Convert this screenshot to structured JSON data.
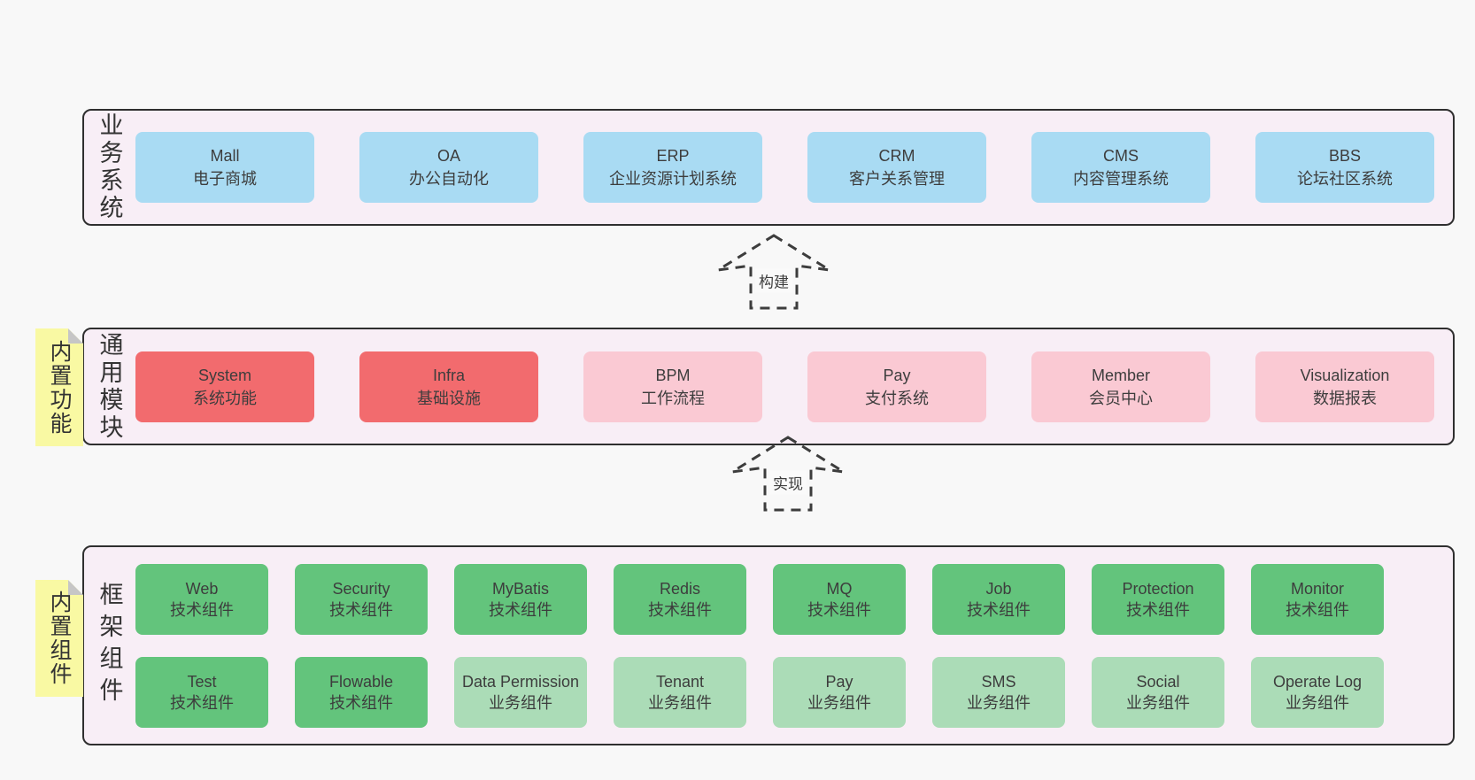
{
  "colors": {
    "page_background": "#f8f8f8",
    "section_background": "#f8eef6",
    "section_border": "#2f2f2f",
    "blue_box": "#a9dbf3",
    "red_box": "#f26b6e",
    "pink_box": "#fac9d3",
    "green_dark_box": "#63c47c",
    "green_light_box": "#abdcb7",
    "sticky_note": "#f9f9a3",
    "note_fold": "#c6c6c6",
    "text": "#3d3d3d"
  },
  "arrows": [
    {
      "label": "构建"
    },
    {
      "label": "实现"
    }
  ],
  "sections": [
    {
      "label": "业务系统",
      "rows": [
        [
          {
            "title": "Mall",
            "subtitle": "电子商城",
            "variant": "blue"
          },
          {
            "title": "OA",
            "subtitle": "办公自动化",
            "variant": "blue"
          },
          {
            "title": "ERP",
            "subtitle": "企业资源计划系统",
            "variant": "blue"
          },
          {
            "title": "CRM",
            "subtitle": "客户关系管理",
            "variant": "blue"
          },
          {
            "title": "CMS",
            "subtitle": "内容管理系统",
            "variant": "blue"
          },
          {
            "title": "BBS",
            "subtitle": "论坛社区系统",
            "variant": "blue"
          }
        ]
      ]
    },
    {
      "label": "通用模块",
      "note": "内置功能",
      "rows": [
        [
          {
            "title": "System",
            "subtitle": "系统功能",
            "variant": "red"
          },
          {
            "title": "Infra",
            "subtitle": "基础设施",
            "variant": "red"
          },
          {
            "title": "BPM",
            "subtitle": "工作流程",
            "variant": "pink"
          },
          {
            "title": "Pay",
            "subtitle": "支付系统",
            "variant": "pink"
          },
          {
            "title": "Member",
            "subtitle": "会员中心",
            "variant": "pink"
          },
          {
            "title": "Visualization",
            "subtitle": "数据报表",
            "variant": "pink"
          }
        ]
      ]
    },
    {
      "label": "框架组件",
      "note": "内置组件",
      "rows": [
        [
          {
            "title": "Web",
            "subtitle": "技术组件",
            "variant": "green-dark"
          },
          {
            "title": "Security",
            "subtitle": "技术组件",
            "variant": "green-dark"
          },
          {
            "title": "MyBatis",
            "subtitle": "技术组件",
            "variant": "green-dark"
          },
          {
            "title": "Redis",
            "subtitle": "技术组件",
            "variant": "green-dark"
          },
          {
            "title": "MQ",
            "subtitle": "技术组件",
            "variant": "green-dark"
          },
          {
            "title": "Job",
            "subtitle": "技术组件",
            "variant": "green-dark"
          },
          {
            "title": "Protection",
            "subtitle": "技术组件",
            "variant": "green-dark"
          },
          {
            "title": "Monitor",
            "subtitle": "技术组件",
            "variant": "green-dark"
          }
        ],
        [
          {
            "title": "Test",
            "subtitle": "技术组件",
            "variant": "green-dark"
          },
          {
            "title": "Flowable",
            "subtitle": "技术组件",
            "variant": "green-dark"
          },
          {
            "title": "Data Permission",
            "subtitle": "业务组件",
            "variant": "green-light"
          },
          {
            "title": "Tenant",
            "subtitle": "业务组件",
            "variant": "green-light"
          },
          {
            "title": "Pay",
            "subtitle": "业务组件",
            "variant": "green-light"
          },
          {
            "title": "SMS",
            "subtitle": "业务组件",
            "variant": "green-light"
          },
          {
            "title": "Social",
            "subtitle": "业务组件",
            "variant": "green-light"
          },
          {
            "title": "Operate Log",
            "subtitle": "业务组件",
            "variant": "green-light"
          }
        ]
      ]
    }
  ]
}
